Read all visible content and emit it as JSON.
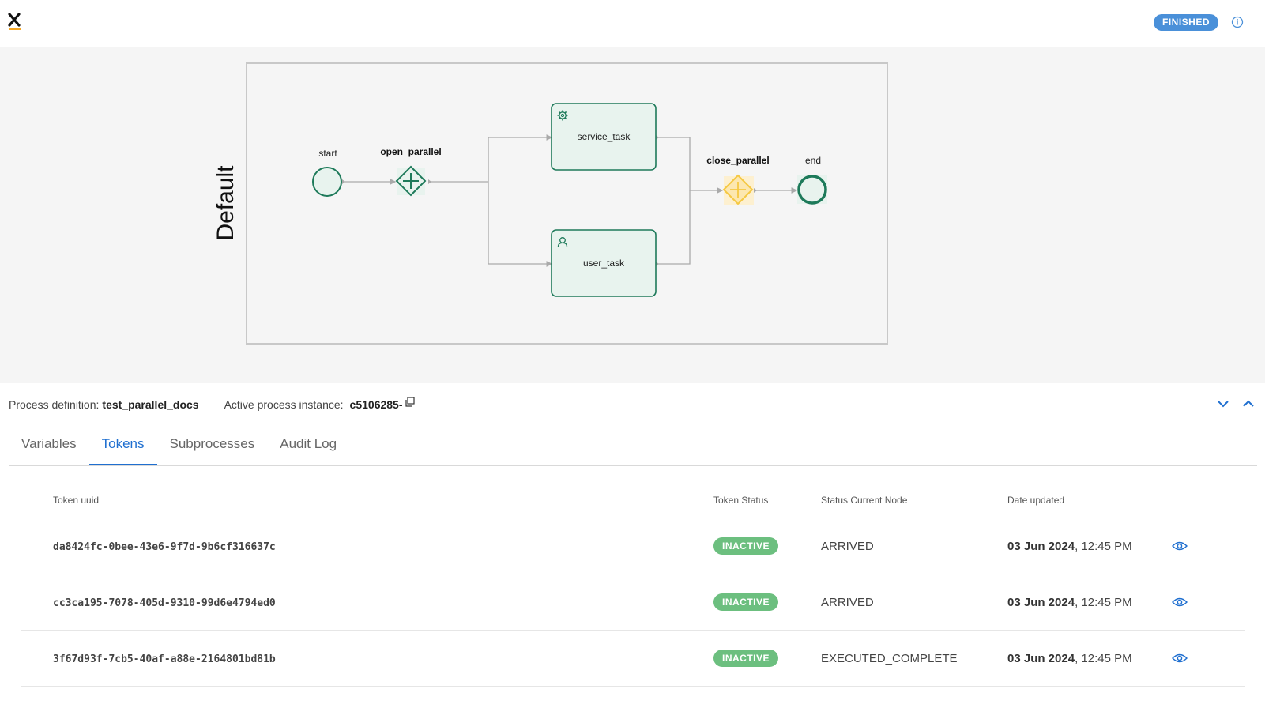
{
  "header": {
    "status": "FINISHED",
    "logo_icon": "x-logo-icon",
    "info_icon": "info-icon"
  },
  "diagram": {
    "pool_label": "Default",
    "nodes": {
      "start": "start",
      "open_parallel": "open_parallel",
      "service_task": "service_task",
      "user_task": "user_task",
      "close_parallel": "close_parallel",
      "end": "end"
    },
    "colors": {
      "active_stroke": "#1e7a5a",
      "active_fill": "#e8f3ee",
      "gateway_pending": "#f5c842"
    }
  },
  "process": {
    "definition_label": "Process definition:",
    "definition_value": "test_parallel_docs",
    "instance_label": "Active process instance:",
    "instance_value": "c5106285-"
  },
  "tabs": [
    {
      "label": "Variables"
    },
    {
      "label": "Tokens"
    },
    {
      "label": "Subprocesses"
    },
    {
      "label": "Audit Log"
    }
  ],
  "table": {
    "headers": {
      "uuid": "Token uuid",
      "status": "Token Status",
      "node_status": "Status Current Node",
      "date": "Date updated"
    },
    "rows": [
      {
        "uuid": "da8424fc-0bee-43e6-9f7d-9b6cf316637c",
        "status": "INACTIVE",
        "node_status": "ARRIVED",
        "date_bold": "03 Jun 2024",
        "date_rest": ", 12:45 PM"
      },
      {
        "uuid": "cc3ca195-7078-405d-9310-99d6e4794ed0",
        "status": "INACTIVE",
        "node_status": "ARRIVED",
        "date_bold": "03 Jun 2024",
        "date_rest": ", 12:45 PM"
      },
      {
        "uuid": "3f67d93f-7cb5-40af-a88e-2164801bd81b",
        "status": "INACTIVE",
        "node_status": "EXECUTED_COMPLETE",
        "date_bold": "03 Jun 2024",
        "date_rest": ", 12:45 PM"
      }
    ]
  }
}
